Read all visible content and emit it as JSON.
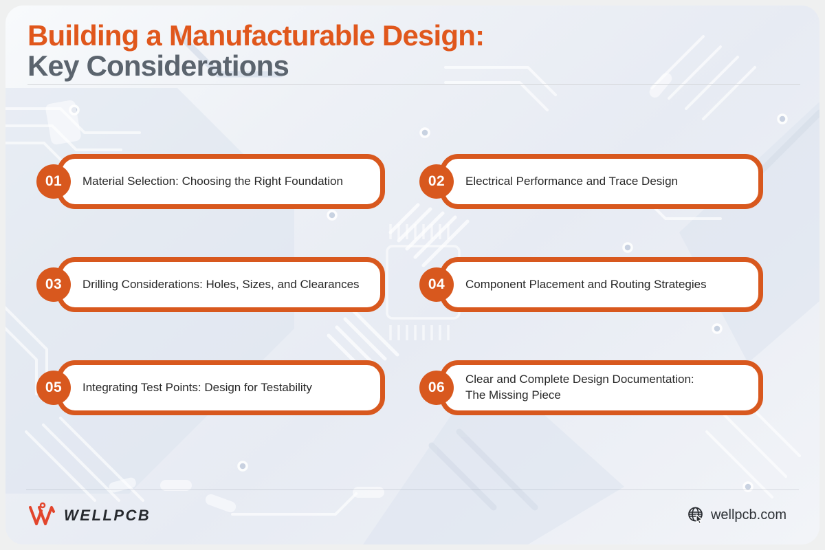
{
  "header": {
    "title_line1": "Building a Manufacturable Design:",
    "title_line2": "Key Considerations"
  },
  "items": [
    {
      "number": "01",
      "label": "Material Selection: Choosing the Right Foundation"
    },
    {
      "number": "02",
      "label": "Electrical Performance and Trace Design"
    },
    {
      "number": "03",
      "label": "Drilling Considerations: Holes, Sizes, and Clearances"
    },
    {
      "number": "04",
      "label": "Component Placement and Routing Strategies"
    },
    {
      "number": "05",
      "label": "Integrating Test Points: Design for Testability"
    },
    {
      "number": "06",
      "label": "Clear and Complete Design Documentation:\nThe Missing Piece"
    }
  ],
  "footer": {
    "brand": "WELLPCB",
    "website": "wellpcb.com"
  },
  "icons": {
    "logo_mark": "wellpcb-w-logo-mark",
    "website_icon": "globe-cursor-icon"
  },
  "colors": {
    "accent_orange": "#D8581E",
    "title_orange": "#E0571C",
    "title_gray": "#5B646E",
    "card_text": "#272727",
    "logo_red": "#E2452C",
    "background_tint": "#E7EBF3"
  }
}
